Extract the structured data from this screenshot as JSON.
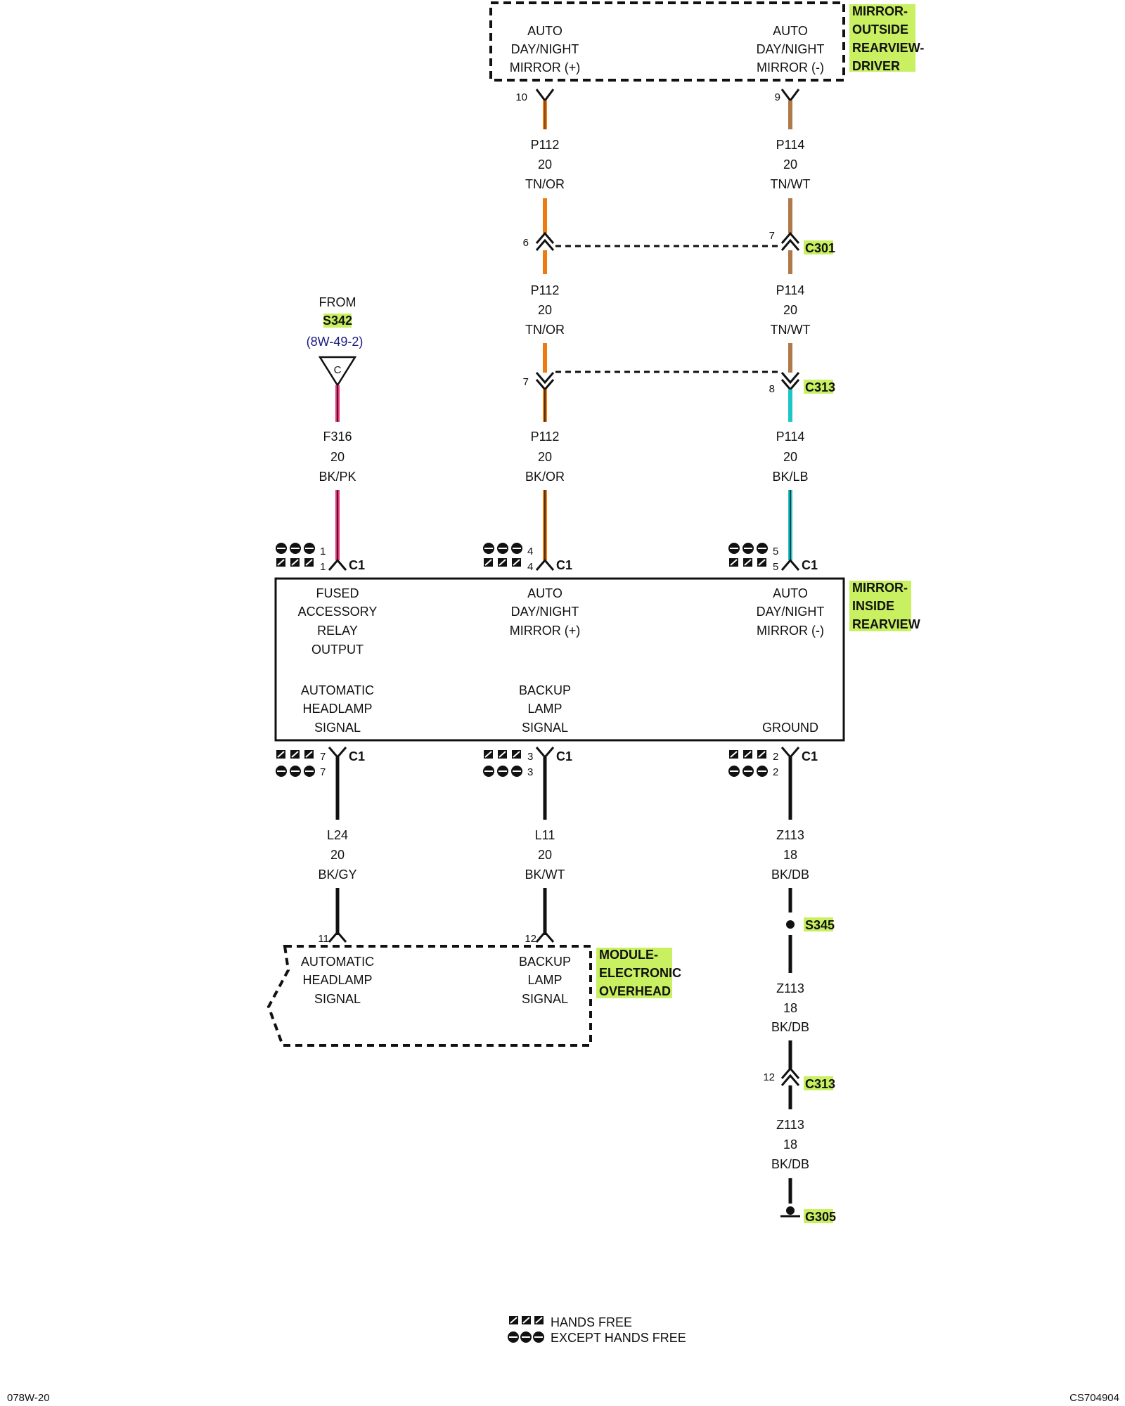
{
  "colors": {
    "orange": "#ee7a12",
    "tan": "#b0794a",
    "pink": "#e8357c",
    "cyan": "#1fc6c8",
    "black": "#111111",
    "highlight": "#c8f060"
  },
  "components": {
    "outside_mirror": {
      "name": [
        "MIRROR-",
        "OUTSIDE",
        "REARVIEW-",
        "DRIVER"
      ],
      "pin_plus": [
        "AUTO",
        "DAY/NIGHT",
        "MIRROR (+)"
      ],
      "pin_minus": [
        "AUTO",
        "DAY/NIGHT",
        "MIRROR (-)"
      ]
    },
    "inside_mirror": {
      "name": [
        "MIRROR-",
        "INSIDE",
        "REARVIEW"
      ],
      "fused": [
        "FUSED",
        "ACCESSORY",
        "RELAY",
        "OUTPUT"
      ],
      "auto_plus": [
        "AUTO",
        "DAY/NIGHT",
        "MIRROR (+)"
      ],
      "auto_minus": [
        "AUTO",
        "DAY/NIGHT",
        "MIRROR (-)"
      ],
      "headlamp": [
        "AUTOMATIC",
        "HEADLAMP",
        "SIGNAL"
      ],
      "backup": [
        "BACKUP",
        "LAMP",
        "SIGNAL"
      ],
      "ground": "GROUND"
    },
    "overhead_module": {
      "name": [
        "MODULE-",
        "ELECTRONIC",
        "OVERHEAD"
      ],
      "headlamp": [
        "AUTOMATIC",
        "HEADLAMP",
        "SIGNAL"
      ],
      "backup": [
        "BACKUP",
        "LAMP",
        "SIGNAL"
      ]
    }
  },
  "source": {
    "from": "FROM",
    "splice": "S342",
    "ref": "(8W-49-2)",
    "letter": "C"
  },
  "connectors": {
    "c301": "C301",
    "c313": "C313",
    "c1": "C1",
    "s345": "S345",
    "g305": "G305"
  },
  "pins": {
    "outside_plus": "10",
    "outside_minus": "9",
    "c301_a": "6",
    "c301_b": "7",
    "c313_a": "7",
    "c313_b": "8",
    "c1_top_1": "1",
    "c1_top_1b": "1",
    "c1_top_4": "4",
    "c1_top_4b": "4",
    "c1_top_5": "5",
    "c1_top_5b": "5",
    "c1_bot_7": "7",
    "c1_bot_7b": "7",
    "c1_bot_3": "3",
    "c1_bot_3b": "3",
    "c1_bot_2": "2",
    "c1_bot_2b": "2",
    "overhead_11": "11",
    "overhead_12": "12",
    "c313_ground": "12"
  },
  "wires": {
    "p112_a": [
      "P112",
      "20",
      "TN/OR"
    ],
    "p114_a": [
      "P114",
      "20",
      "TN/WT"
    ],
    "p112_b": [
      "P112",
      "20",
      "TN/OR"
    ],
    "p114_b": [
      "P114",
      "20",
      "TN/WT"
    ],
    "f316": [
      "F316",
      "20",
      "BK/PK"
    ],
    "p112_c": [
      "P112",
      "20",
      "BK/OR"
    ],
    "p114_c": [
      "P114",
      "20",
      "BK/LB"
    ],
    "l24": [
      "L24",
      "20",
      "BK/GY"
    ],
    "l11": [
      "L11",
      "20",
      "BK/WT"
    ],
    "z113_a": [
      "Z113",
      "18",
      "BK/DB"
    ],
    "z113_b": [
      "Z113",
      "18",
      "BK/DB"
    ],
    "z113_c": [
      "Z113",
      "18",
      "BK/DB"
    ]
  },
  "legend": {
    "hands_free": "HANDS FREE",
    "except_hands_free": "EXCEPT HANDS FREE"
  },
  "footer": {
    "left": "078W-20",
    "right": "CS704904"
  }
}
